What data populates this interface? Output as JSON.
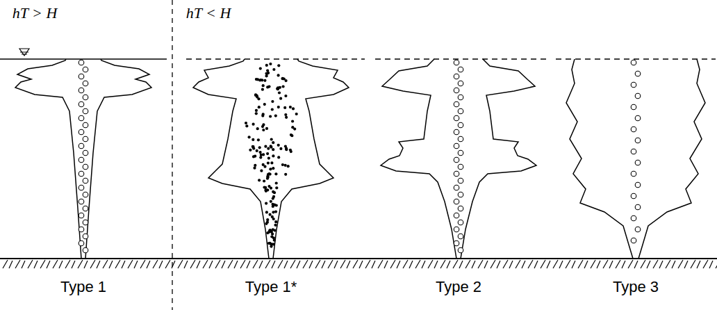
{
  "diagram": {
    "labels": [
      "hT > H",
      "hT < H",
      "Type 1",
      "Type 1*",
      "Type 2",
      "Type 3"
    ]
  }
}
